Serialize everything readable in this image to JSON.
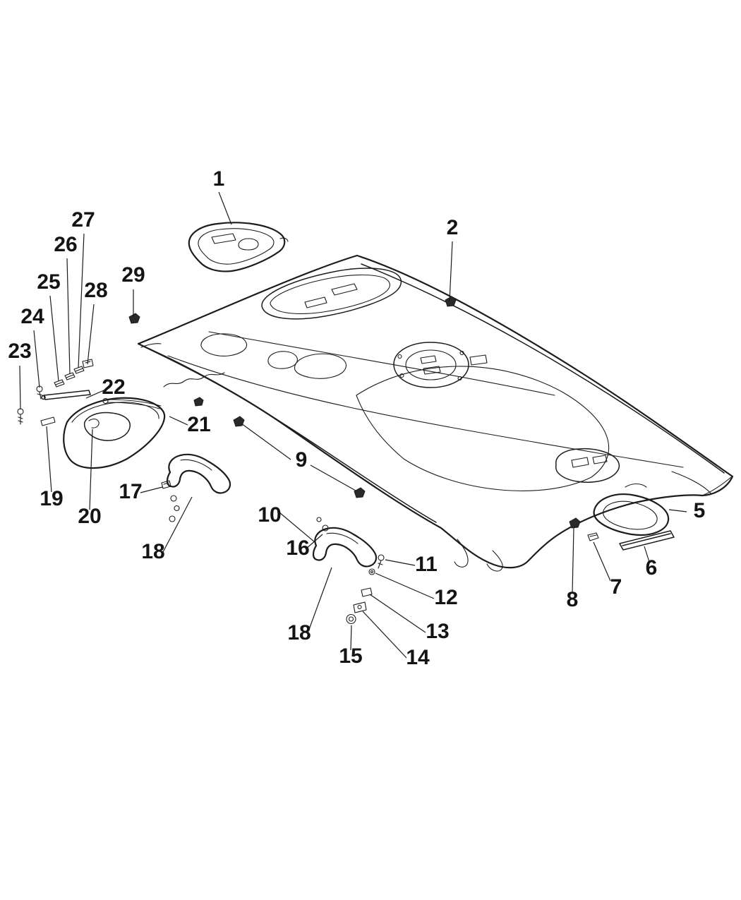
{
  "diagram": {
    "kind": "exploded-parts-diagram",
    "subject": "vehicle headliner and interior roof trim",
    "background_color": "#ffffff",
    "line_color": "#1c1c1c",
    "callouts": [
      {
        "label": "1"
      },
      {
        "label": "2"
      },
      {
        "label": "5"
      },
      {
        "label": "6"
      },
      {
        "label": "7"
      },
      {
        "label": "8"
      },
      {
        "label": "9"
      },
      {
        "label": "10"
      },
      {
        "label": "11"
      },
      {
        "label": "12"
      },
      {
        "label": "13"
      },
      {
        "label": "14"
      },
      {
        "label": "15"
      },
      {
        "label": "16"
      },
      {
        "label": "17"
      },
      {
        "label": "18"
      },
      {
        "label": "18"
      },
      {
        "label": "19"
      },
      {
        "label": "20"
      },
      {
        "label": "21"
      },
      {
        "label": "22"
      },
      {
        "label": "23"
      },
      {
        "label": "24"
      },
      {
        "label": "25"
      },
      {
        "label": "26"
      },
      {
        "label": "27"
      },
      {
        "label": "28"
      },
      {
        "label": "29"
      }
    ]
  }
}
